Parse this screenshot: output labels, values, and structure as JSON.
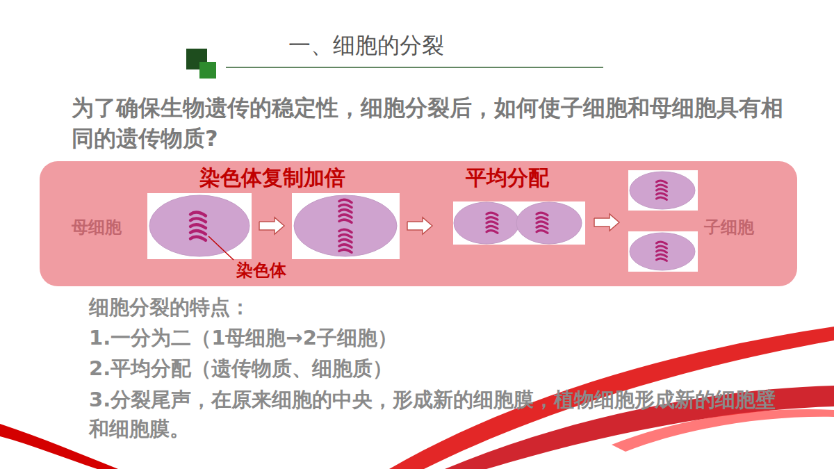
{
  "diagram": {
    "title": "一、细胞的分裂",
    "nodes": [
      {
        "text": [
          "染色体复制加倍",
          "平均分配",
          "母细胞",
          "子细胞",
          "染色体"
        ]
      }
    ],
    "labels": [
      "为了确保生物遗传的稳定性，细胞分裂后，如何使子细胞和母细胞具有相同的遗传物质?",
      "细胞分裂的特点：",
      "1.一分为二（1母细胞→2子细胞）",
      "2.平均分配（遗传物质、细胞质）",
      "3.分裂尾声，在原来细胞的中央，形成新的细胞膜，植物细胞形成新的细胞壁和细胞膜。"
    ]
  }
}
